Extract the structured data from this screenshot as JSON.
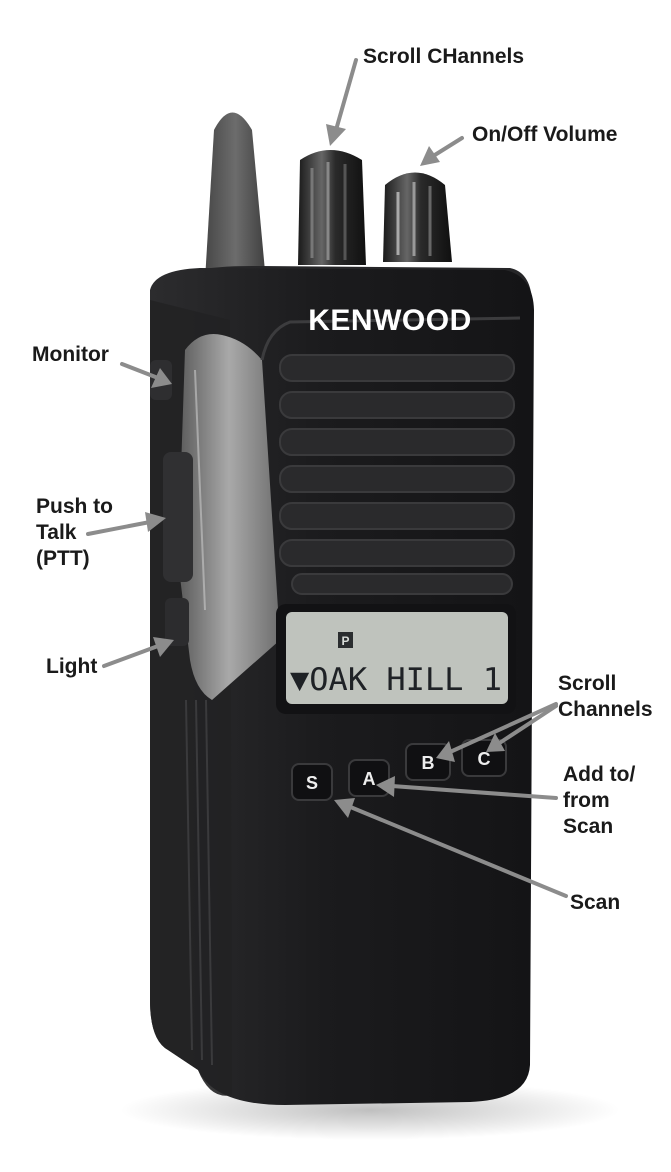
{
  "device": {
    "brand": "KENWOOD",
    "display": {
      "indicator": "P",
      "text": "▼OAK HILL 1"
    },
    "keys": [
      "S",
      "A",
      "B",
      "C"
    ]
  },
  "labels": {
    "scroll_channels_top": "Scroll CHannels",
    "on_off_volume": "On/Off Volume",
    "monitor": "Monitor",
    "push_to_talk": [
      "Push to",
      "Talk",
      "(PTT)"
    ],
    "light": "Light",
    "scroll_channels_keys": [
      "Scroll",
      "Channels"
    ],
    "add_to_from_scan": [
      "Add to/",
      "from",
      "Scan"
    ],
    "scan": "Scan"
  },
  "colors": {
    "background": "#ffffff",
    "radio_body": "#1c1c1e",
    "side_grip": "#8f8f8f",
    "lcd": "#bfc3bd",
    "arrow": "#8c8c8c"
  }
}
